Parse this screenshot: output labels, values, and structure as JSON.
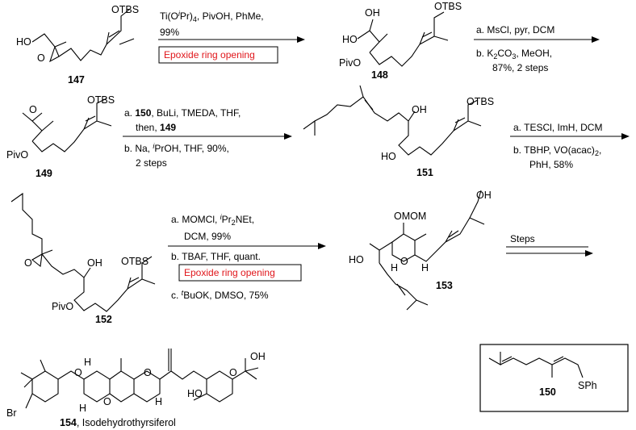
{
  "scheme": {
    "compounds": {
      "c147": {
        "number": "147"
      },
      "c148": {
        "number": "148"
      },
      "c149": {
        "number": "149"
      },
      "c151": {
        "number": "151"
      },
      "c152": {
        "number": "152"
      },
      "c153": {
        "number": "153"
      },
      "c154": {
        "number": "154",
        "name": ", Isodehydrothyrsiferol"
      },
      "c150": {
        "number": "150"
      }
    },
    "atom_labels": {
      "otbs": "OTBS",
      "ho": "HO",
      "oh": "OH",
      "o": "O",
      "pivo": "PivO",
      "omom": "OMOM",
      "h": "H",
      "br": "Br",
      "sph": "SPh"
    },
    "steps": {
      "s1": {
        "line1_a": "Ti(O",
        "line1_sup": "i",
        "line1_b": "Pr)",
        "line1_sub": "4",
        "line1_c": ", PivOH, PhMe,",
        "line2": "99%",
        "highlight": "Epoxide ring opening"
      },
      "s2": {
        "a": "a. MsCl, pyr, DCM",
        "b1": "b. K",
        "b_sub1": "2",
        "b2": "CO",
        "b_sub2": "3",
        "b3": ", MeOH,",
        "c": "87%, 2 steps"
      },
      "s3": {
        "a1": "a. ",
        "a_bold": "150",
        "a2": ", BuLi, TMEDA, THF,",
        "then": "then, ",
        "then_bold": "149",
        "b1": "b. Na, ",
        "b_sup": "i",
        "b2": "PrOH, THF, 90%,",
        "c": "2 steps"
      },
      "s4": {
        "a": "a. TESCl, ImH, DCM",
        "b1": "b. TBHP, VO(acac)",
        "b_sub": "2",
        "b2": ",",
        "c": "PhH, 58%"
      },
      "s5": {
        "a1": "a. MOMCl, ",
        "a_sup": "i",
        "a2": "Pr",
        "a_sub": "2",
        "a3": "NEt,",
        "a_line2": "DCM, 99%",
        "b": "b. TBAF, THF, quant.",
        "highlight": "Epoxide ring opening",
        "c1": "c. ",
        "c_sup": "t",
        "c2": "BuOK, DMSO, 75%"
      },
      "s6": {
        "label": "Steps"
      }
    },
    "colors": {
      "highlight": "#e0161b",
      "ink": "#000000"
    }
  }
}
